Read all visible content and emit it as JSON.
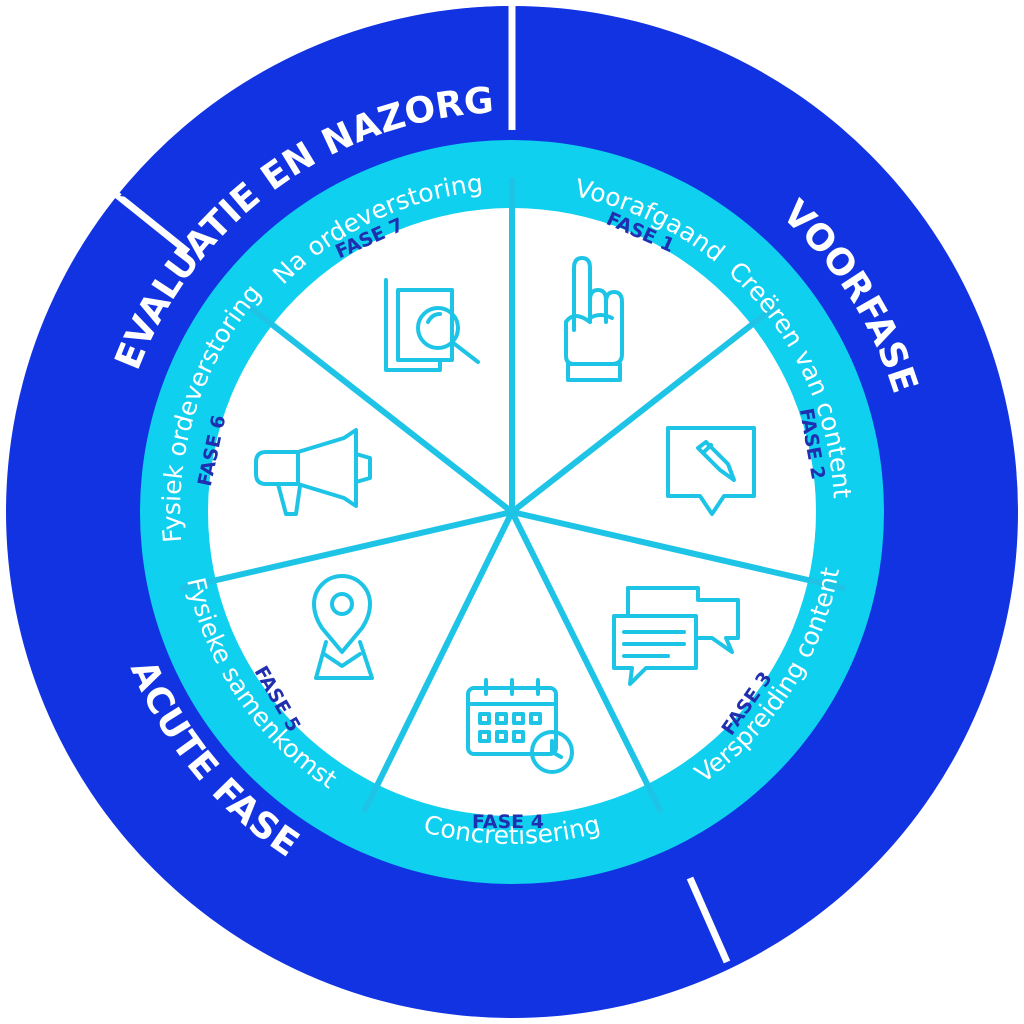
{
  "colors": {
    "outer_ring": "#1233e2",
    "inner_ring": "#0fd0ef",
    "spokes": "#1ec4e6",
    "phase_text": "#1f2fb0",
    "background": "#ffffff"
  },
  "outer_segments": [
    {
      "label": "EVALUATIE EN NAZORG"
    },
    {
      "label": "VOORFASE"
    },
    {
      "label": "ACUTE FASE"
    }
  ],
  "phases": [
    {
      "fase": "FASE 1",
      "ring_label": "Voorafgaand",
      "icon": "raised-finger-hand-icon"
    },
    {
      "fase": "FASE 2",
      "ring_label": "Creëren van content",
      "icon": "speech-bubble-pencil-icon"
    },
    {
      "fase": "FASE 3",
      "ring_label": "Verspreiding content",
      "icon": "chat-bubbles-icon"
    },
    {
      "fase": "FASE 4",
      "ring_label": "Concretisering",
      "icon": "calendar-clock-icon"
    },
    {
      "fase": "FASE 5",
      "ring_label": "Fysieke samenkomst",
      "icon": "map-pin-icon"
    },
    {
      "fase": "FASE 6",
      "ring_label": "Fysiek ordeverstoring",
      "icon": "megaphone-icon"
    },
    {
      "fase": "FASE 7",
      "ring_label": "Na ordeverstoring",
      "icon": "document-search-icon"
    }
  ]
}
